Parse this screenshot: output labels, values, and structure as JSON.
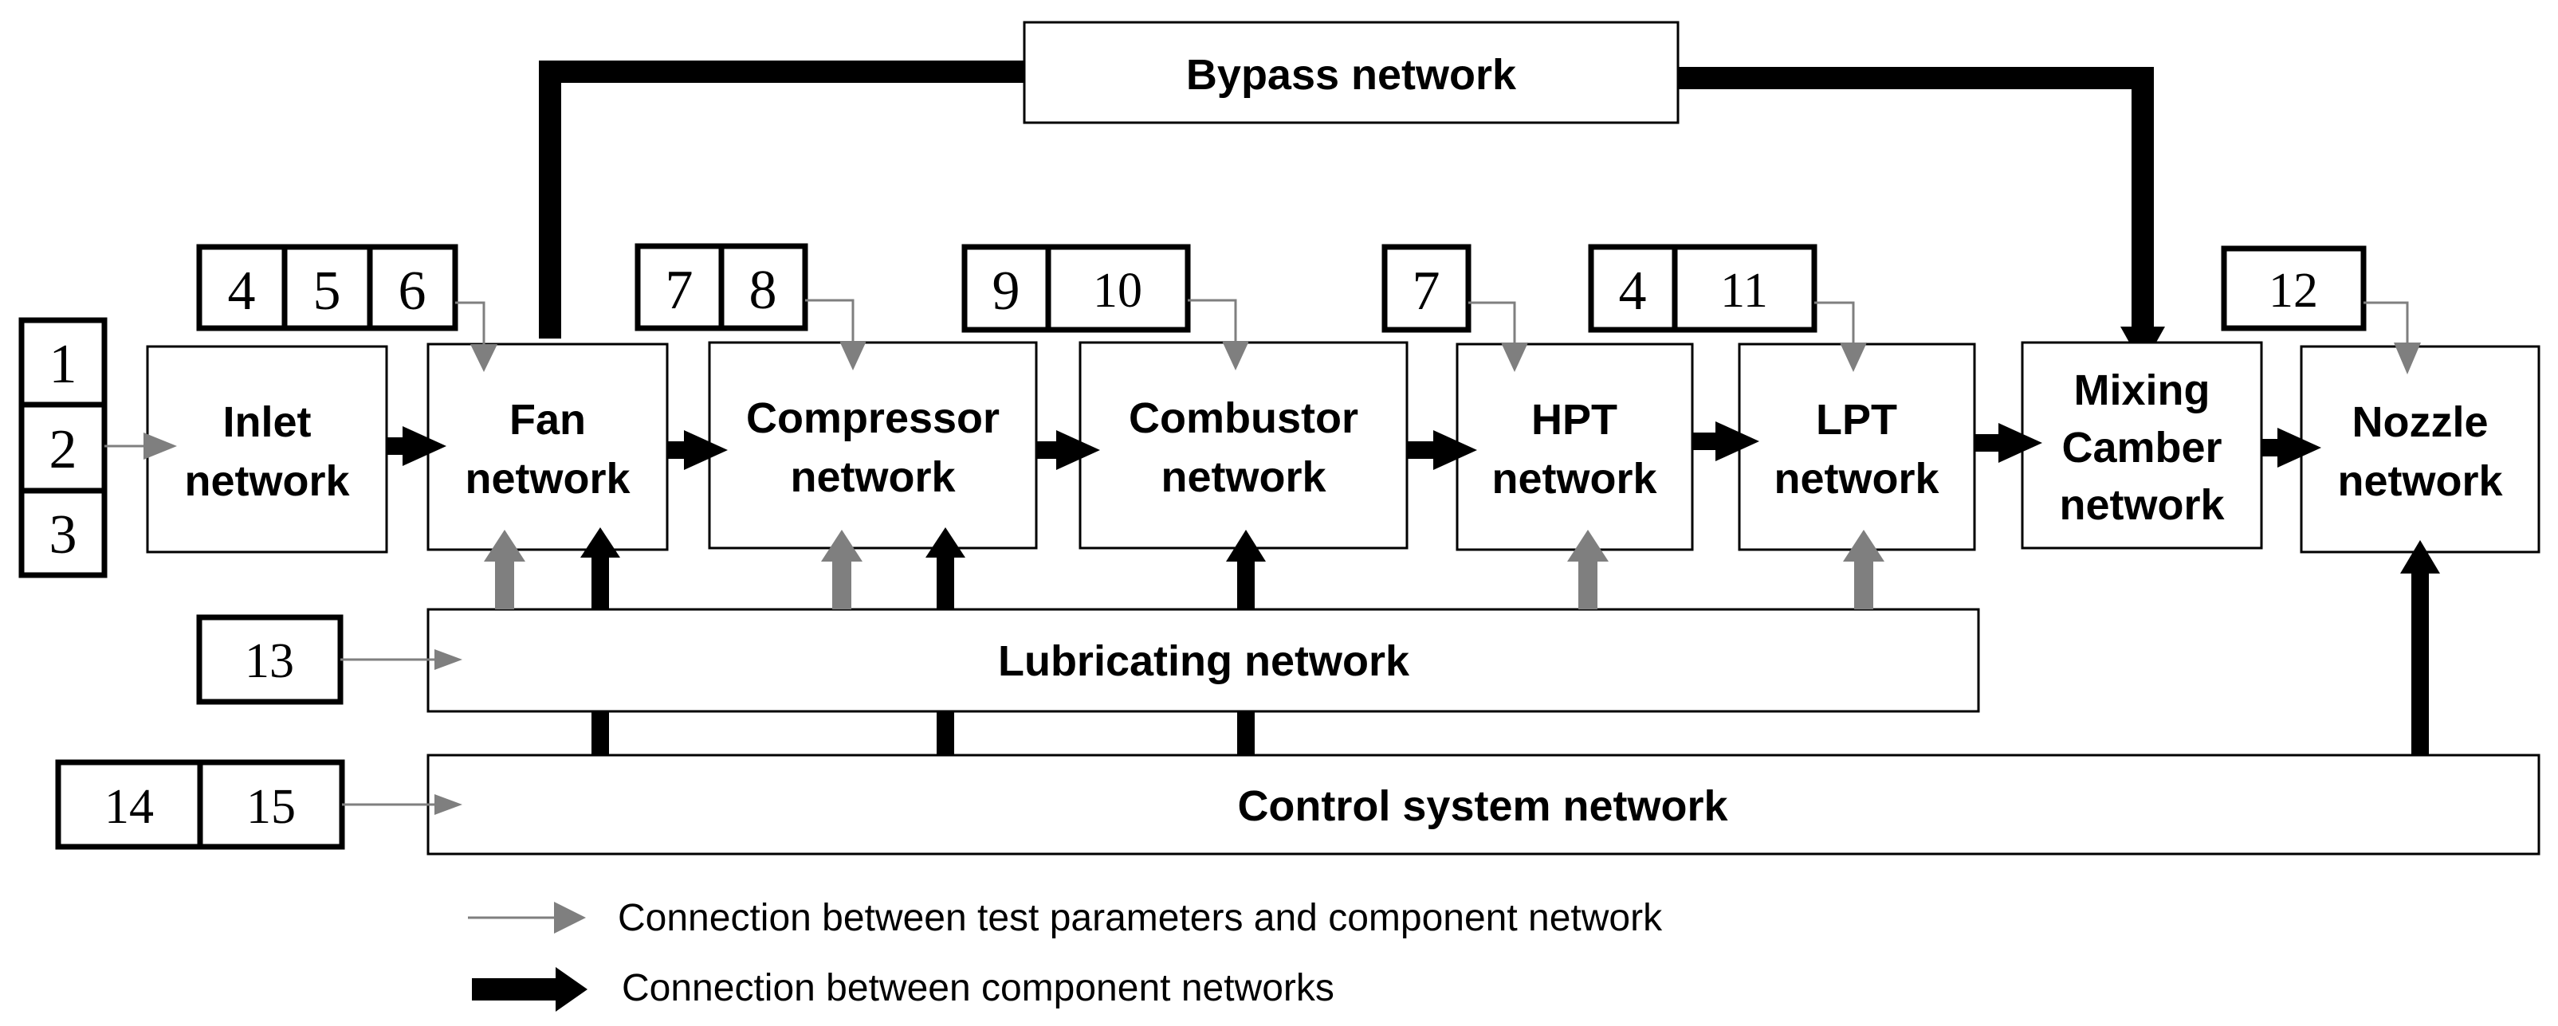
{
  "components": {
    "bypass": "Bypass network",
    "inlet": [
      "Inlet",
      "network"
    ],
    "fan": [
      "Fan",
      "network"
    ],
    "compressor": [
      "Compressor",
      "network"
    ],
    "combustor": [
      "Combustor",
      "network"
    ],
    "hpt": [
      "HPT",
      "network"
    ],
    "lpt": [
      "LPT",
      "network"
    ],
    "mixing": [
      "Mixing",
      "Camber",
      "network"
    ],
    "nozzle": [
      "Nozzle",
      "network"
    ],
    "lubricating": "Lubricating network",
    "control": "Control system network"
  },
  "parameters": {
    "inlet": [
      "1",
      "2",
      "3"
    ],
    "fan": [
      "4",
      "5",
      "6"
    ],
    "compressor": [
      "7",
      "8"
    ],
    "combustor": [
      "9",
      "10"
    ],
    "hpt": [
      "7"
    ],
    "lpt": [
      "4",
      "11"
    ],
    "nozzle": [
      "12"
    ],
    "lubricating": [
      "13"
    ],
    "control": [
      "14",
      "15"
    ]
  },
  "legend": {
    "test_connection": "Connection between test parameters and component network",
    "component_connection": "Connection between component networks"
  },
  "colors": {
    "test_arrow": "#7f7f7f",
    "component_arrow": "#000000",
    "lube_arrow": "#7f7f7f"
  }
}
